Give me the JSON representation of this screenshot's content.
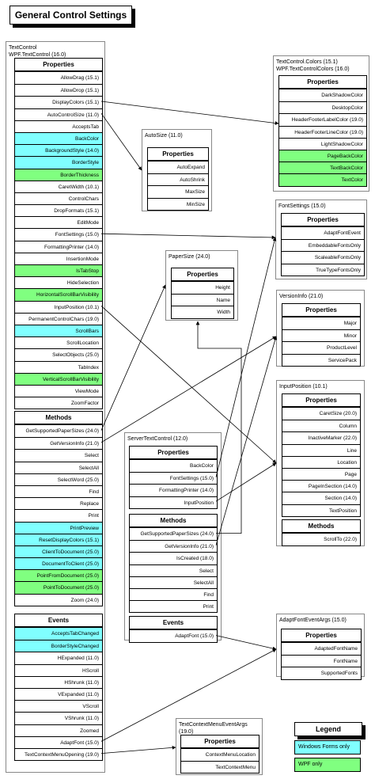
{
  "title": "General Control Settings",
  "legend": {
    "title": "Legend",
    "items": [
      {
        "label": "Windows Forms only",
        "color": "#80ffff"
      },
      {
        "label": "WPF only",
        "color": "#80ff80"
      }
    ]
  },
  "boxes": {
    "textcontrol": {
      "caption1": "TextControl",
      "caption2": "WPF.TextControl (16.0)",
      "properties_header": "Properties",
      "properties": [
        {
          "t": "AllowDrag (15.1)",
          "c": ""
        },
        {
          "t": "AllowDrop (15.1)",
          "c": ""
        },
        {
          "t": "DisplayColors (15.1)",
          "c": ""
        },
        {
          "t": "AutoControlSize (11.0)",
          "c": ""
        },
        {
          "t": "AcceptsTab",
          "c": ""
        },
        {
          "t": "BackColor",
          "c": "cyan"
        },
        {
          "t": "BackgroundStyle (14.0)",
          "c": "cyan"
        },
        {
          "t": "BorderStyle",
          "c": "cyan"
        },
        {
          "t": "BorderThickness",
          "c": "green"
        },
        {
          "t": "CaretWidth (10.1)",
          "c": ""
        },
        {
          "t": "ControlChars",
          "c": ""
        },
        {
          "t": "DropFormats (15.1)",
          "c": ""
        },
        {
          "t": "EditMode",
          "c": ""
        },
        {
          "t": "FontSettings (15.0)",
          "c": ""
        },
        {
          "t": "FormattingPrinter (14.0)",
          "c": ""
        },
        {
          "t": "InsertionMode",
          "c": ""
        },
        {
          "t": "IsTabStop",
          "c": "green"
        },
        {
          "t": "HideSelection",
          "c": ""
        },
        {
          "t": "HorizontalScrollBarVisibility",
          "c": "green"
        },
        {
          "t": "InputPosition (10.1)",
          "c": ""
        },
        {
          "t": "PermanentControlChars (19.0)",
          "c": ""
        },
        {
          "t": "ScrollBars",
          "c": "cyan"
        },
        {
          "t": "ScrollLocation",
          "c": ""
        },
        {
          "t": "SelectObjects (25.0)",
          "c": ""
        },
        {
          "t": "TabIndex",
          "c": ""
        },
        {
          "t": "VerticalScrollBarVisibility",
          "c": "green"
        },
        {
          "t": "ViewMode",
          "c": ""
        },
        {
          "t": "ZoomFactor",
          "c": ""
        }
      ],
      "methods_header": "Methods",
      "methods": [
        {
          "t": "GetSupportedPaperSizes (24.0)",
          "c": ""
        },
        {
          "t": "GetVersionInfo (21.0)",
          "c": ""
        },
        {
          "t": "Select",
          "c": ""
        },
        {
          "t": "SelectAll",
          "c": ""
        },
        {
          "t": "SelectWord (25.0)",
          "c": ""
        },
        {
          "t": "Find",
          "c": ""
        },
        {
          "t": "Replace",
          "c": ""
        },
        {
          "t": "Print",
          "c": ""
        },
        {
          "t": "PrintPreview",
          "c": "cyan"
        },
        {
          "t": "ResetDisplayColors (15.1)",
          "c": "cyan"
        },
        {
          "t": "ClientToDocument (25.0)",
          "c": "cyan"
        },
        {
          "t": "DocumentToClient (25.0)",
          "c": "cyan"
        },
        {
          "t": "PointFromDocument (25.0)",
          "c": "green"
        },
        {
          "t": "PointToDocument (25.0)",
          "c": "green"
        },
        {
          "t": "Zoom (24.0)",
          "c": ""
        }
      ],
      "events_header": "Events",
      "events": [
        {
          "t": "AcceptsTabChanged",
          "c": "cyan"
        },
        {
          "t": "BorderStyleChanged",
          "c": "cyan"
        },
        {
          "t": "HExpanded (11.0)",
          "c": ""
        },
        {
          "t": "HScroll",
          "c": ""
        },
        {
          "t": "HShrunk (11.0)",
          "c": ""
        },
        {
          "t": "VExpanded (11.0)",
          "c": ""
        },
        {
          "t": "VScroll",
          "c": ""
        },
        {
          "t": "VShrunk (11.0)",
          "c": ""
        },
        {
          "t": "Zoomed",
          "c": ""
        },
        {
          "t": "AdaptFont (15.0)",
          "c": ""
        },
        {
          "t": "TextContextMenuOpening (19.0)",
          "c": ""
        }
      ]
    },
    "autosize": {
      "caption1": "AutoSize (11.0)",
      "properties_header": "Properties",
      "properties": [
        {
          "t": "AutoExpand",
          "c": ""
        },
        {
          "t": "AutoShrink",
          "c": ""
        },
        {
          "t": "MaxSize",
          "c": ""
        },
        {
          "t": "MinSize",
          "c": ""
        }
      ]
    },
    "colors": {
      "caption1": "TextControl.Colors (15.1)",
      "caption2": "WPF.TextControlColors (16.0)",
      "properties_header": "Properties",
      "properties": [
        {
          "t": "DarkShadowColor",
          "c": ""
        },
        {
          "t": "DesktopColor",
          "c": ""
        },
        {
          "t": "HeaderFooterLabelColor (19.0)",
          "c": ""
        },
        {
          "t": "HeaderFooterLineColor (19.0)",
          "c": ""
        },
        {
          "t": "LightShadowColor",
          "c": ""
        },
        {
          "t": "PageBackColor",
          "c": "green"
        },
        {
          "t": "TextBackColor",
          "c": "green"
        },
        {
          "t": "TextColor",
          "c": "green"
        }
      ]
    },
    "fontsettings": {
      "caption1": "FontSettings (15.0)",
      "properties_header": "Properties",
      "properties": [
        {
          "t": "AdaptFontEvent",
          "c": ""
        },
        {
          "t": "EmbeddableFontsOnly",
          "c": ""
        },
        {
          "t": "ScaleableFontsOnly",
          "c": ""
        },
        {
          "t": "TrueTypeFontsOnly",
          "c": ""
        }
      ]
    },
    "papersize": {
      "caption1": "PaperSize (24.0)",
      "properties_header": "Properties",
      "properties": [
        {
          "t": "Height",
          "c": ""
        },
        {
          "t": "Name",
          "c": ""
        },
        {
          "t": "Width",
          "c": ""
        }
      ]
    },
    "versioninfo": {
      "caption1": "VersionInfo (21.0)",
      "properties_header": "Properties",
      "properties": [
        {
          "t": "Major",
          "c": ""
        },
        {
          "t": "Minor",
          "c": ""
        },
        {
          "t": "ProductLevel",
          "c": ""
        },
        {
          "t": "ServicePack",
          "c": ""
        }
      ]
    },
    "inputposition": {
      "caption1": "InputPosition (10.1)",
      "properties_header": "Properties",
      "properties": [
        {
          "t": "CaretSize (20.0)",
          "c": ""
        },
        {
          "t": "Column",
          "c": ""
        },
        {
          "t": "InactiveMarker (22.0)",
          "c": ""
        },
        {
          "t": "Line",
          "c": ""
        },
        {
          "t": "Location",
          "c": ""
        },
        {
          "t": "Page",
          "c": ""
        },
        {
          "t": "PageInSection (14.0)",
          "c": ""
        },
        {
          "t": "Section (14.0)",
          "c": ""
        },
        {
          "t": "TextPosition",
          "c": ""
        }
      ],
      "methods_header": "Methods",
      "methods": [
        {
          "t": "ScrollTo (22.0)",
          "c": ""
        }
      ]
    },
    "servertextcontrol": {
      "caption1": "ServerTextControl (12.0)",
      "properties_header": "Properties",
      "properties": [
        {
          "t": "BackColor",
          "c": ""
        },
        {
          "t": "FontSettings (15.0)",
          "c": ""
        },
        {
          "t": "FormattingPrinter (14.0)",
          "c": ""
        },
        {
          "t": "InputPosition",
          "c": ""
        }
      ],
      "methods_header": "Methods",
      "methods": [
        {
          "t": "GetSupportedPaperSizes (24.0)",
          "c": ""
        },
        {
          "t": "GetVersionInfo (21.0)",
          "c": ""
        },
        {
          "t": "IsCreated (18.0)",
          "c": ""
        },
        {
          "t": "Select",
          "c": ""
        },
        {
          "t": "SelectAll",
          "c": ""
        },
        {
          "t": "Find",
          "c": ""
        },
        {
          "t": "Print",
          "c": ""
        }
      ],
      "events_header": "Events",
      "events": [
        {
          "t": "AdaptFont (15.0)",
          "c": ""
        }
      ]
    },
    "adaptfontargs": {
      "caption1": "AdaptFontEventArgs (15.0)",
      "properties_header": "Properties",
      "properties": [
        {
          "t": "AdaptedFontName",
          "c": ""
        },
        {
          "t": "FontName",
          "c": ""
        },
        {
          "t": "SupportedFonts",
          "c": ""
        }
      ]
    },
    "contextmenuargs": {
      "caption1": "TextContextMenuEventArgs (19.0)",
      "properties_header": "Properties",
      "properties": [
        {
          "t": "ContextMenuLocation",
          "c": ""
        },
        {
          "t": "TextContextMenu",
          "c": ""
        }
      ]
    }
  }
}
